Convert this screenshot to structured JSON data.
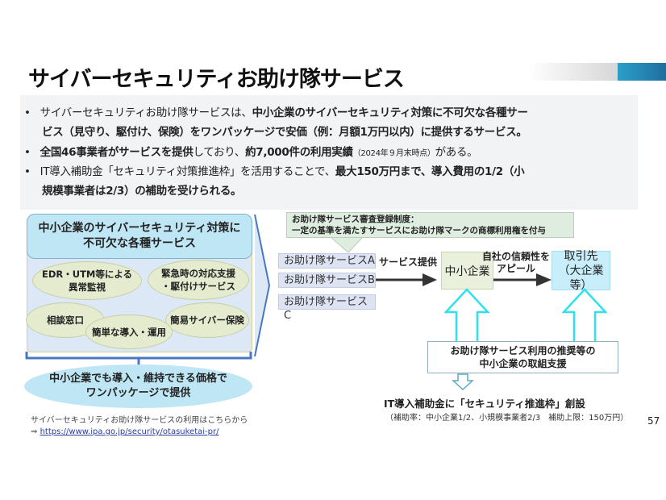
{
  "title": "サイバーセキュリティお助け隊サービス",
  "bullets": {
    "b1_plain": "サイバーセキュリティお助け隊サービスは、",
    "b1_bold": "中小企業のサイバーセキュリティ対策に不可欠な各種サー",
    "b1_line2": "ビス（見守り、駆付け、保険）をワンパッケージで安価（例：月額1万円以内）に提供するサービス。",
    "b2_bold1": "全国46事業者がサービスを提供",
    "b2_plain1": "しており、",
    "b2_bold2": "約7,000件の利用実績",
    "b2_small": "（2024年９月末時点）",
    "b2_plain2": "がある。",
    "b3_plain": "IT導入補助金「セキュリティ対策推進枠」を活用することで、",
    "b3_bold": "最大150万円まで、導入費用の1/2（小",
    "b3_line2": "規模事業者は2/3）の補助を受けられる。"
  },
  "left": {
    "header_l1": "中小企業のサイバーセキュリティ対策に",
    "header_l2": "不可欠な各種サービス",
    "items": [
      "EDR・UTM等による",
      "異常監視",
      "緊急時の対応支援",
      "・駆付けサービス",
      "相談窓口",
      "簡単な導入・運用",
      "簡易サイバー保険"
    ],
    "oval_l1": "中小企業でも導入・維持できる価格で",
    "oval_l2": "ワンパッケージで提供",
    "link_text": "サイバーセキュリティお助け隊サービスの利用はこちらから",
    "link_arrow": "⇒",
    "link_url": "https://www.ipa.go.jp/security/otasuketai-pr/"
  },
  "right": {
    "callout_l1": "お助け隊サービス審査登録制度：",
    "callout_l2": "一定の基準を満たすサービスにお助け隊マークの商標利用権を付与",
    "services": [
      "お助け隊サービスA",
      "お助け隊サービスB",
      "お助け隊サービスC"
    ],
    "provide_label": "サービス提供",
    "sme": "中小企業",
    "appeal_l1": "自社の信頼性を",
    "appeal_l2": "アピール",
    "partner_l1": "取引先",
    "partner_l2": "（大企業等）",
    "support_l1": "お助け隊サービス利用の推奨等の",
    "support_l2": "中小企業の取組支援",
    "it_title": "IT導入補助金に「セキュリティ推進枠」創設",
    "it_sub": "（補助率：中小企業1/2、小規模事業者2/3　補助上限：150万円）"
  },
  "page_number": "57"
}
